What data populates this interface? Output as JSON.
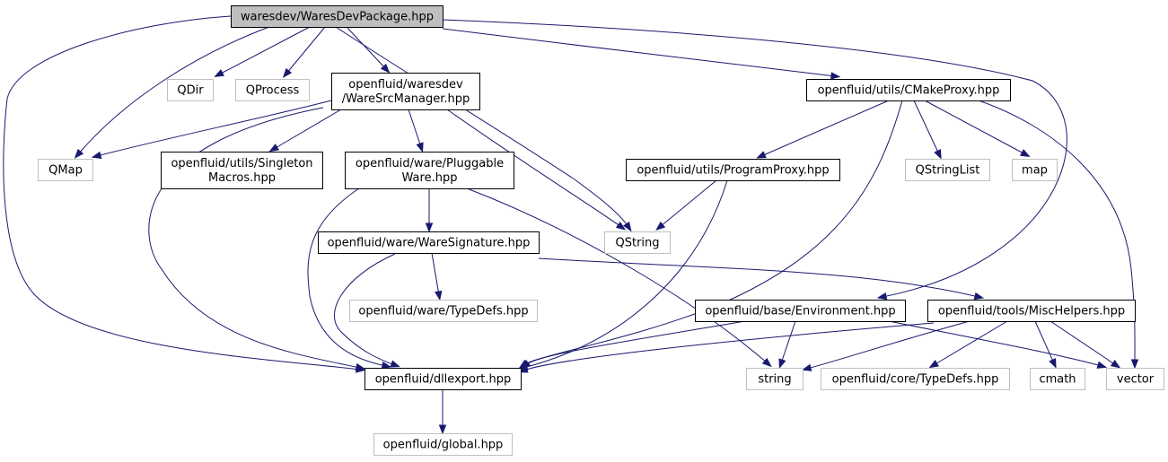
{
  "colors": {
    "edge": "#191970",
    "root_fill": "#bfbfbf",
    "node_fill": "#ffffff",
    "node_stroke": "#000000",
    "external_stroke": "#bfbfbf",
    "text": "#000000"
  },
  "nodes": [
    {
      "id": "root",
      "kind": "root",
      "lines": [
        "waresdev/WaresDevPackage.hpp"
      ]
    },
    {
      "id": "qdir",
      "kind": "external",
      "lines": [
        "QDir"
      ]
    },
    {
      "id": "qprocess",
      "kind": "external",
      "lines": [
        "QProcess"
      ]
    },
    {
      "id": "waresrcmanager",
      "kind": "internal",
      "lines": [
        "openfluid/waresdev",
        "/WareSrcManager.hpp"
      ]
    },
    {
      "id": "cmakeproxy",
      "kind": "internal",
      "lines": [
        "openfluid/utils/CMakeProxy.hpp"
      ]
    },
    {
      "id": "qmap",
      "kind": "external",
      "lines": [
        "QMap"
      ]
    },
    {
      "id": "singleton",
      "kind": "internal",
      "lines": [
        "openfluid/utils/Singleton",
        "Macros.hpp"
      ]
    },
    {
      "id": "pluggableware",
      "kind": "internal",
      "lines": [
        "openfluid/ware/Pluggable",
        "Ware.hpp"
      ]
    },
    {
      "id": "programproxy",
      "kind": "internal",
      "lines": [
        "openfluid/utils/ProgramProxy.hpp"
      ]
    },
    {
      "id": "qstringlist",
      "kind": "external",
      "lines": [
        "QStringList"
      ]
    },
    {
      "id": "map",
      "kind": "external",
      "lines": [
        "map"
      ]
    },
    {
      "id": "qstring",
      "kind": "external",
      "lines": [
        "QString"
      ]
    },
    {
      "id": "waresignature",
      "kind": "internal",
      "lines": [
        "openfluid/ware/WareSignature.hpp"
      ]
    },
    {
      "id": "waretypedefs",
      "kind": "external",
      "lines": [
        "openfluid/ware/TypeDefs.hpp"
      ]
    },
    {
      "id": "environment",
      "kind": "internal",
      "lines": [
        "openfluid/base/Environment.hpp"
      ]
    },
    {
      "id": "mischelpers",
      "kind": "internal",
      "lines": [
        "openfluid/tools/MiscHelpers.hpp"
      ]
    },
    {
      "id": "dllexport",
      "kind": "internal",
      "lines": [
        "openfluid/dllexport.hpp"
      ]
    },
    {
      "id": "string",
      "kind": "external",
      "lines": [
        "string"
      ]
    },
    {
      "id": "coretypedefs",
      "kind": "external",
      "lines": [
        "openfluid/core/TypeDefs.hpp"
      ]
    },
    {
      "id": "cmath",
      "kind": "external",
      "lines": [
        "cmath"
      ]
    },
    {
      "id": "vector",
      "kind": "external",
      "lines": [
        "vector"
      ]
    },
    {
      "id": "global",
      "kind": "external",
      "lines": [
        "openfluid/global.hpp"
      ]
    }
  ],
  "edges": [
    {
      "from": "root",
      "to": "qdir"
    },
    {
      "from": "root",
      "to": "qprocess"
    },
    {
      "from": "root",
      "to": "waresrcmanager"
    },
    {
      "from": "root",
      "to": "cmakeproxy"
    },
    {
      "from": "root",
      "to": "qmap"
    },
    {
      "from": "root",
      "to": "qstring"
    },
    {
      "from": "root",
      "to": "environment"
    },
    {
      "from": "root",
      "to": "dllexport"
    },
    {
      "from": "waresrcmanager",
      "to": "qmap"
    },
    {
      "from": "waresrcmanager",
      "to": "singleton"
    },
    {
      "from": "waresrcmanager",
      "to": "pluggableware"
    },
    {
      "from": "waresrcmanager",
      "to": "qstring"
    },
    {
      "from": "waresrcmanager",
      "to": "dllexport"
    },
    {
      "from": "cmakeproxy",
      "to": "programproxy"
    },
    {
      "from": "cmakeproxy",
      "to": "qstringlist"
    },
    {
      "from": "cmakeproxy",
      "to": "map"
    },
    {
      "from": "cmakeproxy",
      "to": "vector"
    },
    {
      "from": "cmakeproxy",
      "to": "dllexport"
    },
    {
      "from": "programproxy",
      "to": "qstring"
    },
    {
      "from": "programproxy",
      "to": "dllexport"
    },
    {
      "from": "pluggableware",
      "to": "waresignature"
    },
    {
      "from": "pluggableware",
      "to": "dllexport"
    },
    {
      "from": "pluggableware",
      "to": "string"
    },
    {
      "from": "waresignature",
      "to": "waretypedefs"
    },
    {
      "from": "waresignature",
      "to": "mischelpers"
    },
    {
      "from": "waresignature",
      "to": "dllexport"
    },
    {
      "from": "environment",
      "to": "dllexport"
    },
    {
      "from": "environment",
      "to": "string"
    },
    {
      "from": "environment",
      "to": "vector"
    },
    {
      "from": "mischelpers",
      "to": "dllexport"
    },
    {
      "from": "mischelpers",
      "to": "string"
    },
    {
      "from": "mischelpers",
      "to": "coretypedefs"
    },
    {
      "from": "mischelpers",
      "to": "cmath"
    },
    {
      "from": "mischelpers",
      "to": "vector"
    },
    {
      "from": "dllexport",
      "to": "global"
    }
  ]
}
